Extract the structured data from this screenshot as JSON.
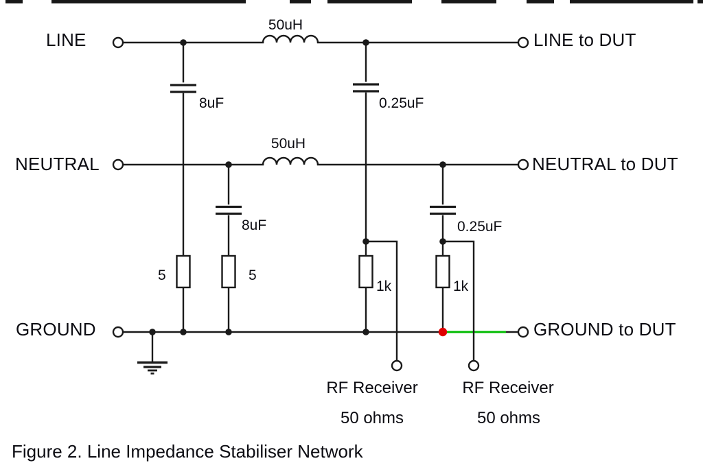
{
  "figure": {
    "caption": "Figure 2. Line Impedance Stabiliser Network"
  },
  "rails": {
    "line": {
      "input_label": "LINE",
      "output_label": "LINE to DUT",
      "inductor": "50uH",
      "shunt_capacitor": "8uF",
      "coupling_capacitor": "0.25uF",
      "shunt_resistor": "5",
      "damping_resistor": "1k"
    },
    "neutral": {
      "input_label": "NEUTRAL",
      "output_label": "NEUTRAL to DUT",
      "inductor": "50uH",
      "shunt_capacitor": "8uF",
      "coupling_capacitor": "0.25uF",
      "shunt_resistor": "5",
      "damping_resistor": "1k"
    },
    "ground": {
      "input_label": "GROUND",
      "output_label": "GROUND to DUT"
    }
  },
  "receivers": [
    {
      "label": "RF Receiver",
      "impedance": "50 ohms"
    },
    {
      "label": "RF Receiver",
      "impedance": "50 ohms"
    }
  ],
  "colors": {
    "highlight_node": "#e00000",
    "highlight_wire": "#00bb00"
  }
}
